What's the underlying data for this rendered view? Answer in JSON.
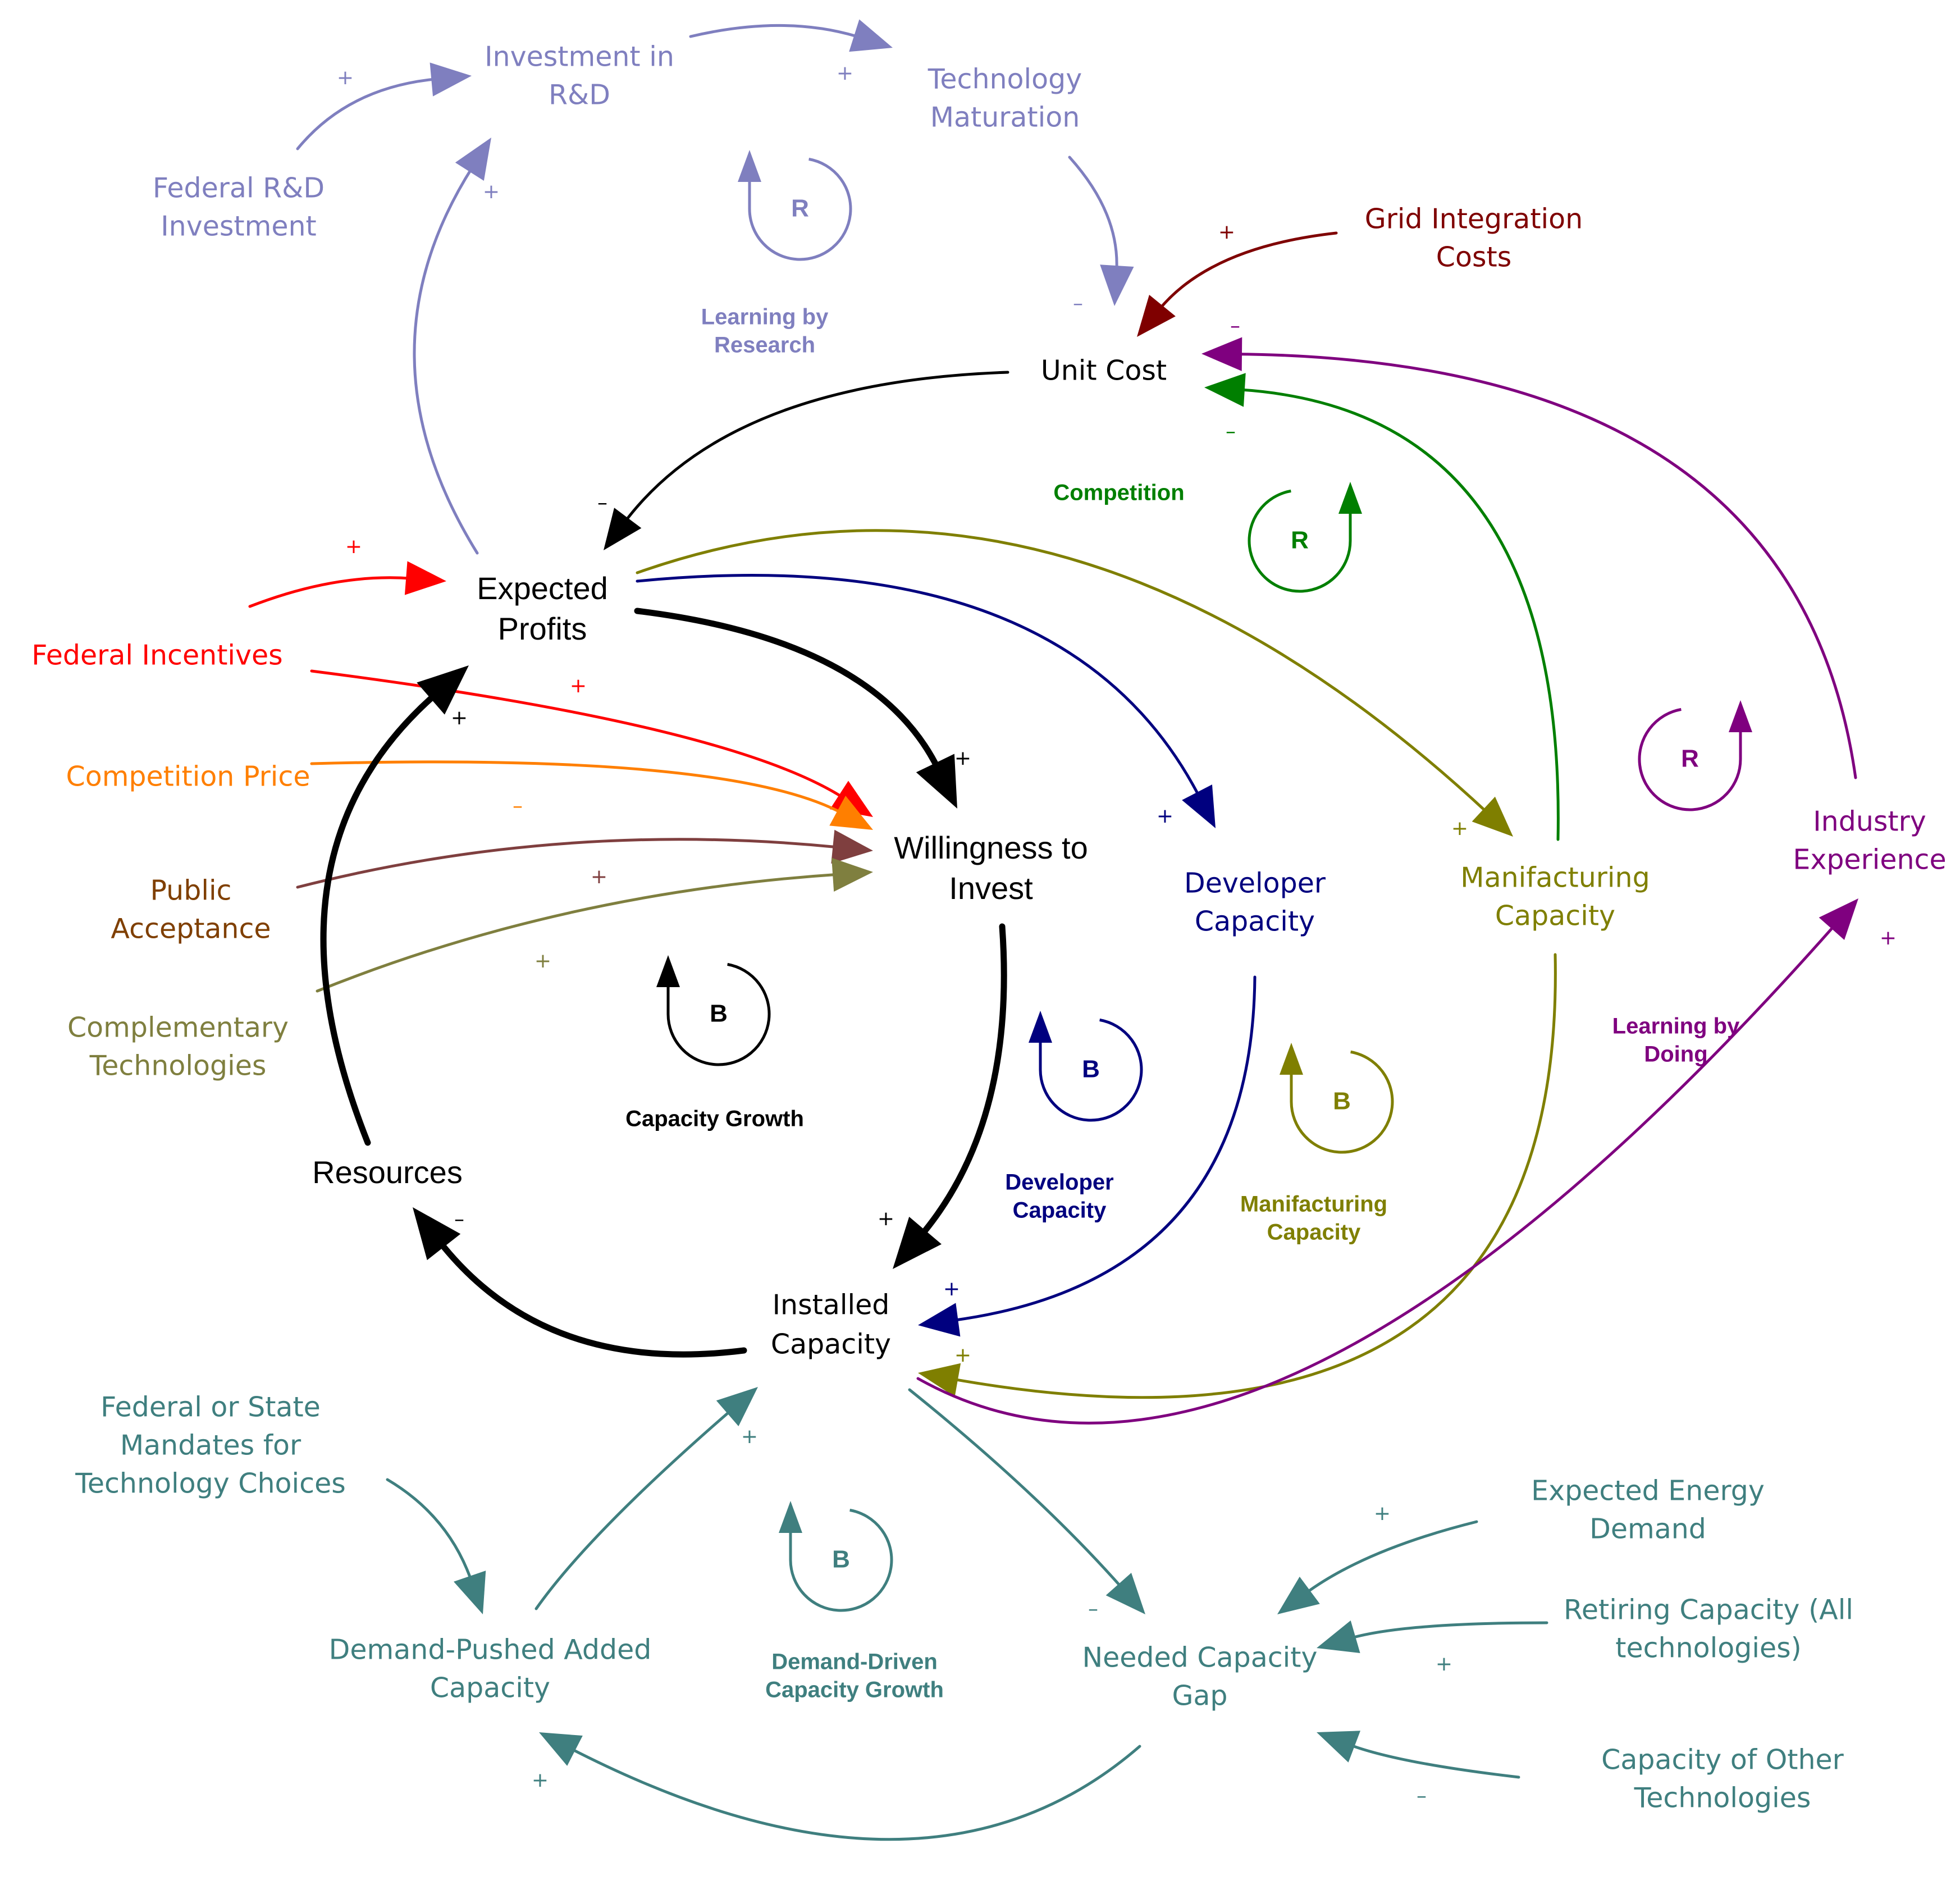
{
  "colors": {
    "black": "#000000",
    "lavender": "#7f7fbf",
    "darkred": "#7f0000",
    "purple": "#7f007f",
    "green": "#007f00",
    "navy": "#00007f",
    "olive": "#7f7f00",
    "red": "#ff0000",
    "orange": "#ff7f00",
    "brown": "#7f3f3f",
    "khaki": "#7f7f3f",
    "teal": "#3f7f7f",
    "acceptance_text": "#7f3f00"
  },
  "nodes": {
    "investment_rd": [
      "Investment in",
      "R&D"
    ],
    "technology_maturation": [
      "Technology",
      "Maturation"
    ],
    "federal_rd": [
      "Federal R&D",
      "Investment"
    ],
    "grid_integration": [
      "Grid Integration",
      "Costs"
    ],
    "unit_cost": [
      "Unit Cost"
    ],
    "expected_profits": [
      "Expected",
      "Profits"
    ],
    "federal_incentives": [
      "Federal Incentives"
    ],
    "competition_price": [
      "Competition Price"
    ],
    "public_acceptance": [
      "Public",
      "Acceptance"
    ],
    "complementary_tech": [
      "Complementary",
      "Technologies"
    ],
    "willingness": [
      "Willingness to",
      "Invest"
    ],
    "developer_capacity": [
      "Developer",
      "Capacity"
    ],
    "manufacturing_capacity": [
      "Manifacturing",
      "Capacity"
    ],
    "industry_experience": [
      "Industry",
      "Experience"
    ],
    "resources": [
      "Resources"
    ],
    "installed_capacity": [
      "Installed",
      "Capacity"
    ],
    "mandates": [
      "Federal or State",
      "Mandates for",
      "Technology Choices"
    ],
    "demand_pushed": [
      "Demand-Pushed Added",
      "Capacity"
    ],
    "needed_gap": [
      "Needed Capacity",
      "Gap"
    ],
    "expected_demand": [
      "Expected Energy",
      "Demand"
    ],
    "retiring_capacity": [
      "Retiring Capacity (All",
      "technologies)"
    ],
    "other_capacity": [
      "Capacity of Other",
      "Technologies"
    ]
  },
  "loops": {
    "learning_research": {
      "letter": "R",
      "name": [
        "Learning by",
        "Research"
      ]
    },
    "competition": {
      "letter": "R",
      "name": [
        "Competition"
      ]
    },
    "learning_doing": {
      "letter": "R",
      "name": [
        "Learning by",
        "Doing"
      ]
    },
    "capacity_growth": {
      "letter": "B",
      "name": [
        "Capacity Growth"
      ]
    },
    "developer_capacity": {
      "letter": "B",
      "name": [
        "Developer",
        "Capacity"
      ]
    },
    "manifacturing_capacity": {
      "letter": "B",
      "name": [
        "Manifacturing",
        "Capacity"
      ]
    },
    "demand_driven": {
      "letter": "B",
      "name": [
        "Demand-Driven",
        "Capacity Growth"
      ]
    }
  },
  "polarities": {
    "plus": "+",
    "minus": "–"
  }
}
